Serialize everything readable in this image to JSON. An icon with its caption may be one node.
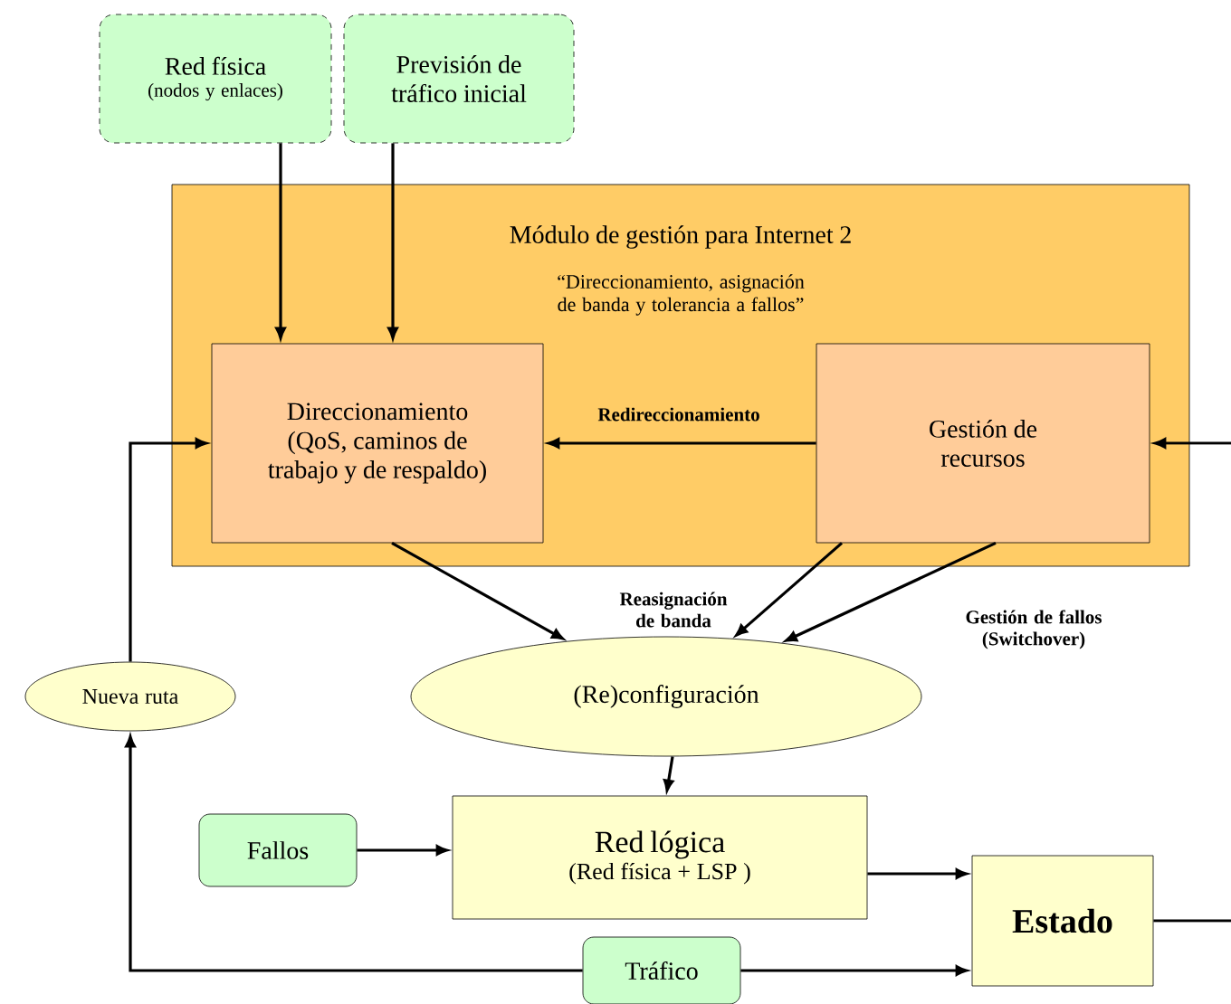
{
  "diagram": {
    "nodes": [
      {
        "text": [
          "Red física",
          "(nodos y enlaces)"
        ]
      },
      {
        "text": [
          "Previsión de tráfico inicial"
        ]
      },
      {
        "text": [
          "Módulo de gestión para Internet 2",
          "“Direccionamiento, asignación de banda y tolerancia a fallos”"
        ]
      },
      {
        "text": [
          "Direccionamiento (QoS, caminos de trabajo y de respaldo)"
        ],
        "in": 2
      },
      {
        "text": [
          "Gestión de recursos"
        ],
        "in": 2
      },
      {
        "text": [
          "Nueva ruta"
        ]
      },
      {
        "text": [
          "(Re)configuración"
        ]
      },
      {
        "text": [
          "Fallos"
        ]
      },
      {
        "text": [
          "Red lógica",
          "(Red física + LSP )"
        ]
      },
      {
        "text": [
          "Estado"
        ]
      },
      {
        "text": [
          "Tráfico"
        ]
      }
    ],
    "edges": [
      {
        "from": 0,
        "to": 3,
        "arrow": "to"
      },
      {
        "from": 1,
        "to": 3,
        "arrow": "to"
      },
      {
        "from": 4,
        "to": 3,
        "arrow": "to",
        "label": "Redireccionamiento"
      },
      {
        "from": null,
        "to": 4,
        "arrow": "to"
      },
      {
        "from": 3,
        "to": 6,
        "arrow": "to"
      },
      {
        "from": 4,
        "to": 6,
        "arrow": "to",
        "label": "Reasignación de banda"
      },
      {
        "from": 4,
        "to": 6,
        "arrow": "to",
        "label": "Gestión de fallos (Switchover)"
      },
      {
        "from": 6,
        "to": 8,
        "arrow": "to"
      },
      {
        "from": 7,
        "to": 8,
        "arrow": "to"
      },
      {
        "from": 8,
        "to": 9,
        "arrow": "to"
      },
      {
        "from": 9,
        "to": null,
        "arrow": "none"
      },
      {
        "from": 10,
        "to": 9,
        "arrow": "to"
      },
      {
        "from": 10,
        "to": 5,
        "arrow": "to"
      },
      {
        "from": 5,
        "to": 3,
        "arrow": "to"
      }
    ]
  }
}
